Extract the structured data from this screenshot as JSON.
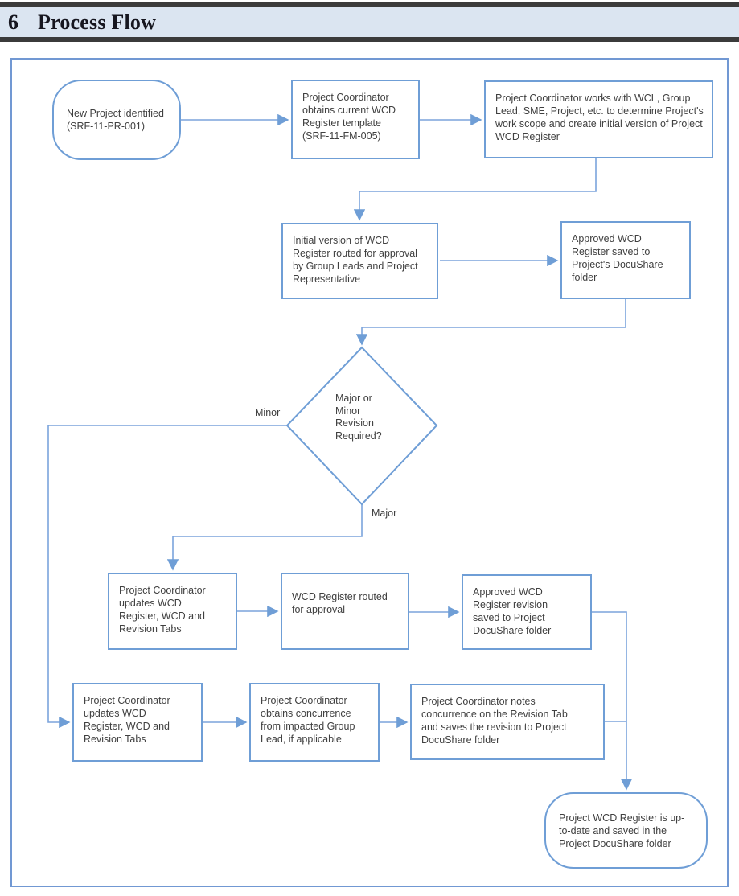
{
  "heading": {
    "number": "6",
    "title": "Process Flow"
  },
  "colors": {
    "node_border": "#6f9ed6",
    "connector": "#7ba4dc",
    "canvas_border": "#7198d3",
    "heading_background": "#dbe5f1",
    "heading_bar": "#3b3b3b",
    "node_text": "#404040"
  },
  "flowchart": {
    "decision_labels": {
      "minor": "Minor",
      "major": "Major"
    },
    "nodes": [
      {
        "id": "start",
        "type": "terminator",
        "label": "New Project identified (SRF-11-PR-001)"
      },
      {
        "id": "obtain-template",
        "type": "process",
        "label": "Project Coordinator obtains current WCD Register template (SRF-11-FM-005)"
      },
      {
        "id": "determine-scope",
        "type": "process",
        "label": "Project Coordinator works with WCL, Group Lead, SME, Project, etc. to determine Project's work scope and create initial version of Project WCD Register"
      },
      {
        "id": "route-initial-approval",
        "type": "process",
        "label": "Initial version of WCD Register routed for approval by Group Leads and Project Representative"
      },
      {
        "id": "save-approved-register",
        "type": "process",
        "label": "Approved WCD Register saved to Project's DocuShare folder"
      },
      {
        "id": "revision-decision",
        "type": "decision",
        "label": "Major or Minor Revision Required?"
      },
      {
        "id": "major-update-register",
        "type": "process",
        "label": "Project Coordinator updates WCD Register, WCD and Revision Tabs"
      },
      {
        "id": "major-route-approval",
        "type": "process",
        "label": "WCD Register routed for approval"
      },
      {
        "id": "major-save-revision",
        "type": "process",
        "label": "Approved WCD Register revision saved to Project DocuShare folder"
      },
      {
        "id": "minor-update-register",
        "type": "process",
        "label": "Project Coordinator updates WCD Register, WCD and Revision Tabs"
      },
      {
        "id": "minor-obtain-concurrence",
        "type": "process",
        "label": "Project Coordinator obtains concurrence from impacted Group Lead, if applicable"
      },
      {
        "id": "minor-note-concurrence",
        "type": "process",
        "label": "Project Coordinator notes concurrence on the Revision Tab and saves the revision to Project DocuShare folder"
      },
      {
        "id": "end",
        "type": "terminator",
        "label": "Project WCD Register is up-to-date and saved in the Project DocuShare folder"
      }
    ]
  }
}
